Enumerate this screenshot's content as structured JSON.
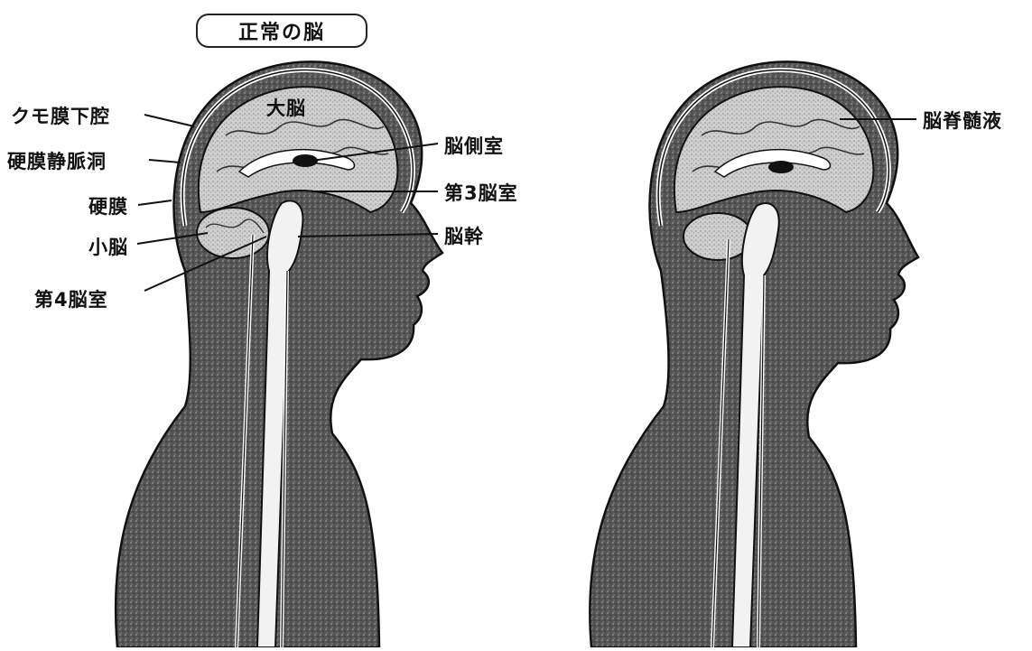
{
  "title": "正常の脳",
  "left_figure": {
    "labels_left": [
      "クモ膜下腔",
      "硬膜静脈洞",
      "硬膜",
      "小脳",
      "第4脳室"
    ],
    "labels_right": [
      "脳側室",
      "第3脳室",
      "脳幹"
    ],
    "label_center": "大脳"
  },
  "right_figure": {
    "label": "脳脊髄液"
  },
  "colors": {
    "ink": "#111111",
    "fill_dark": "#4a4a4a",
    "fill_light": "#d8d8d8",
    "background": "#ffffff"
  }
}
